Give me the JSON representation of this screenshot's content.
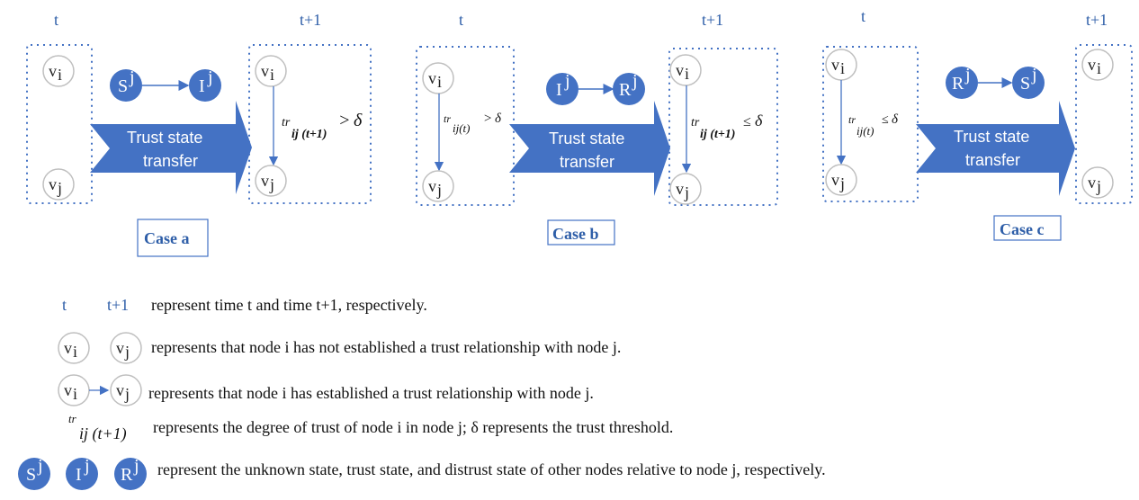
{
  "time_labels": {
    "t": "t",
    "t_plus_1": "t+1"
  },
  "nodes": {
    "vi": "v",
    "vi_sub": "i",
    "vj": "v",
    "vj_sub": "j"
  },
  "states": {
    "unknown": "S",
    "trust": "I",
    "distrust": "R",
    "sup": "j"
  },
  "arrow_label_line1": "Trust state",
  "arrow_label_line2": "transfer",
  "cases": {
    "a": "Case a",
    "b": "Case b",
    "c": "Case c"
  },
  "relations": {
    "tr": "tr",
    "sub_t1": "ij (t+1)",
    "sub_t": "ij(t)",
    "gt": ">",
    "le": "≤",
    "delta": "δ"
  },
  "legend": {
    "time_desc": "represent time t and time t+1, respectively.",
    "no_trust_desc": "represents that node i has not established a trust relationship with node j.",
    "trust_desc": "represents that node i has established a trust relationship with node j.",
    "degree_desc": "represents the degree of trust of node i in node j;  δ represents the trust threshold.",
    "states_desc": "represent the unknown state, trust state, and distrust state of other nodes relative to node j, respectively."
  },
  "colors": {
    "blue": "#4472c4",
    "dark_blue": "#2e5ea8",
    "node_border": "#bfbfbf",
    "dotted": "#4472c4"
  }
}
